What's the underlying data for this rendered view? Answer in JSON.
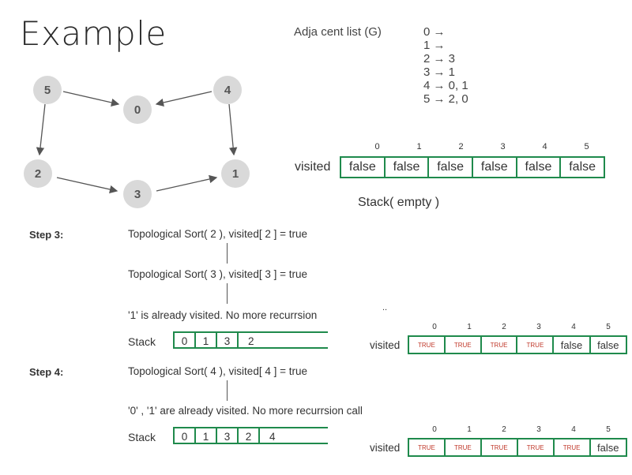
{
  "title": "Example",
  "adjacency": {
    "title": "Adja cent list  (G)",
    "lines": [
      "0 →",
      "1 →",
      "2 → 3",
      "3 → 1",
      "4 → 0, 1",
      "5 → 2, 0"
    ]
  },
  "graph": {
    "nodes": [
      "5",
      "0",
      "4",
      "2",
      "3",
      "1"
    ],
    "edges": [
      [
        "5",
        "0"
      ],
      [
        "4",
        "0"
      ],
      [
        "5",
        "2"
      ],
      [
        "4",
        "1"
      ],
      [
        "2",
        "3"
      ],
      [
        "3",
        "1"
      ]
    ]
  },
  "indices": [
    "0",
    "1",
    "2",
    "3",
    "4",
    "5"
  ],
  "visited_initial": {
    "label": "visited",
    "values": [
      "false",
      "false",
      "false",
      "false",
      "false",
      "false"
    ]
  },
  "stack_initial": "Stack( empty )",
  "step3": {
    "label": "Step 3:",
    "line1": "Topological Sort( 2 ), visited[ 2 ] = true",
    "line2": "Topological Sort( 3 ), visited[ 3 ] = true",
    "line3": "'1' is already visited. No more recurrsion",
    "line3_tail": "..",
    "stack_label": "Stack",
    "stack": [
      "0",
      "1",
      "3",
      "2"
    ],
    "visited_label": "visited",
    "visited": [
      "TRUE",
      "TRUE",
      "TRUE",
      "TRUE",
      "false",
      "false"
    ]
  },
  "step4": {
    "label": "Step 4:",
    "line1": "Topological Sort( 4 ), visited[ 4 ] = true",
    "line2": "'0' , '1' are already visited. No more recurrsion call",
    "stack_label": "Stack",
    "stack": [
      "0",
      "1",
      "3",
      "2",
      "4"
    ],
    "visited_label": "visited",
    "visited": [
      "TRUE",
      "TRUE",
      "TRUE",
      "TRUE",
      "TRUE",
      "false"
    ]
  },
  "colors": {
    "accent_green": "#1f8a4c",
    "true_red": "#c0392b",
    "node_fill": "#d9d9d9"
  }
}
